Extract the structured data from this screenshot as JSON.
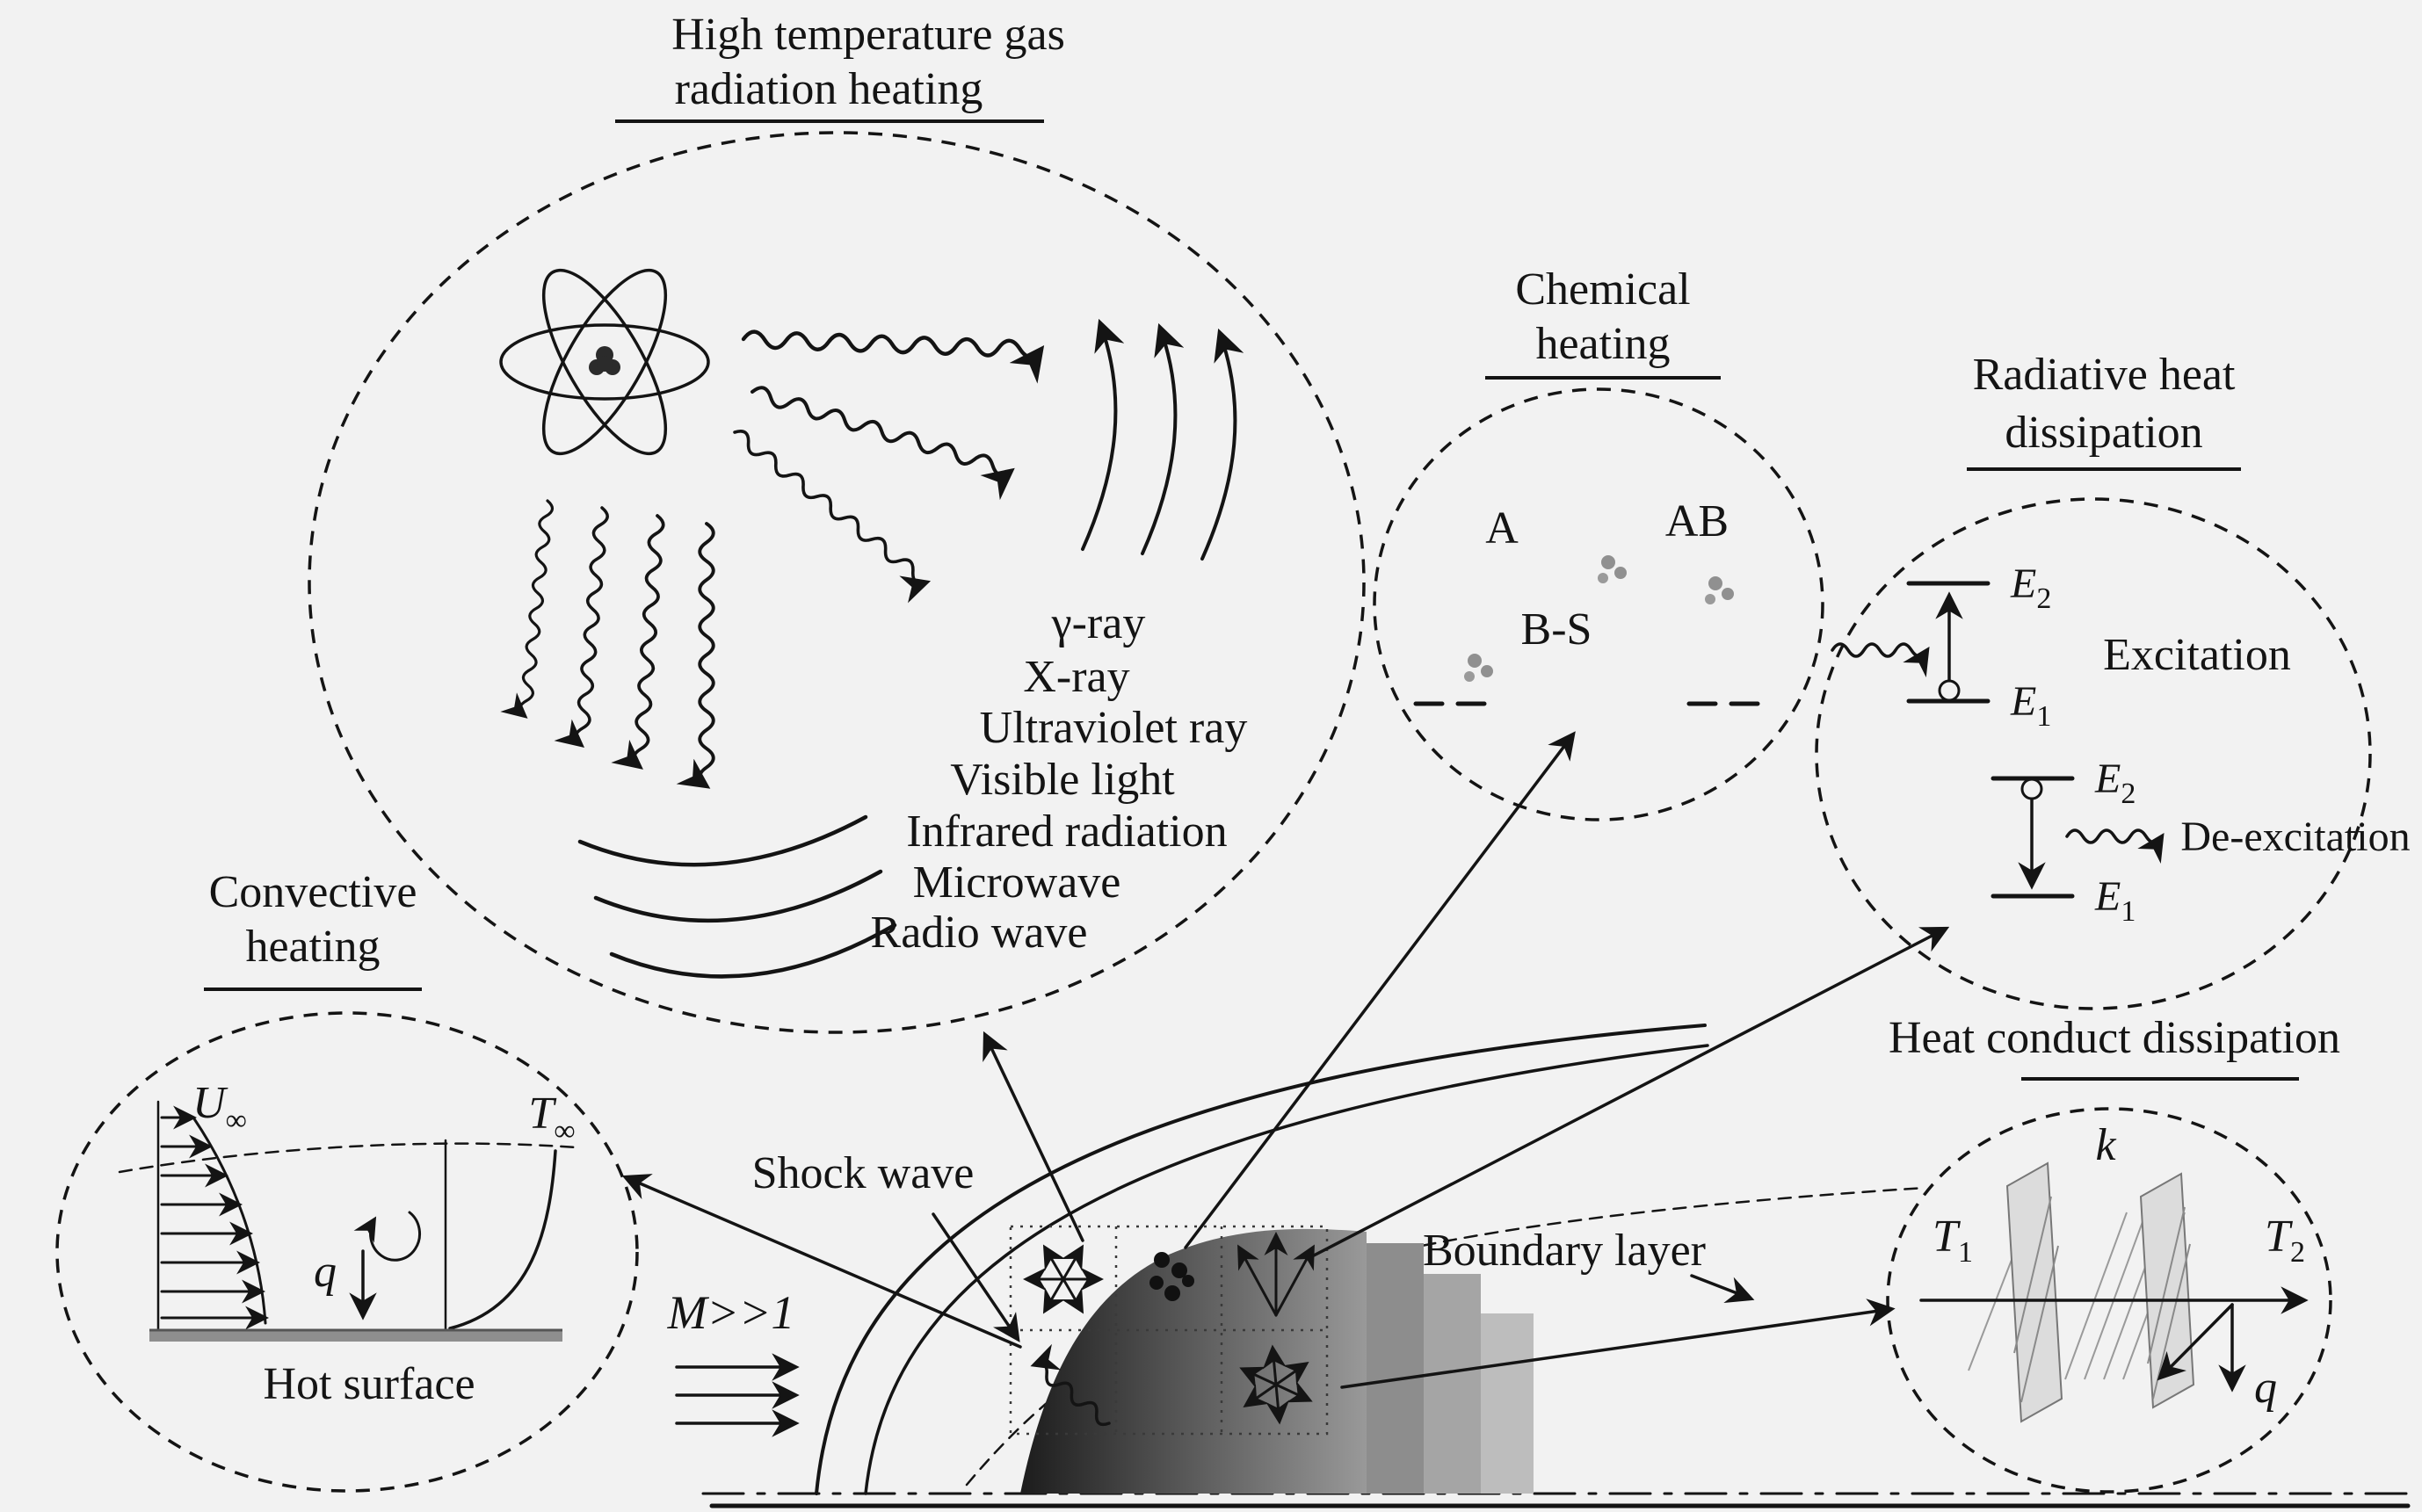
{
  "figure": {
    "background": "#f2f2f2",
    "ink": "#141414",
    "body_dark": "#1c1c1c",
    "body_light": "#999999",
    "slab_fill": "#dcdcdc",
    "surface_fill": "#8e8e8e"
  },
  "radiation": {
    "title_line1": "High temperature gas",
    "title_line2": "radiation heating",
    "rays": [
      "γ-ray",
      "X-ray",
      "Ultraviolet ray",
      "Visible light",
      "Infrared radiation",
      "Microwave",
      "Radio wave"
    ]
  },
  "chemical": {
    "title_line1": "Chemical",
    "title_line2": "heating",
    "species_a": "A",
    "species_ab": "AB",
    "species_bs": "B-S"
  },
  "radiative": {
    "title_line1": "Radiative heat",
    "title_line2": "dissipation",
    "e2": {
      "base": "E",
      "sub": "2"
    },
    "e1": {
      "base": "E",
      "sub": "1"
    },
    "excitation": "Excitation",
    "deexcitation": "De-excitation"
  },
  "convective": {
    "title_line1": "Convective",
    "title_line2": "heating",
    "u_inf": {
      "base": "U",
      "sub": "∞"
    },
    "t_inf": {
      "base": "T",
      "sub": "∞"
    },
    "q": "q",
    "hot_surface": "Hot surface"
  },
  "conduction": {
    "title": "Heat conduct dissipation",
    "k": "k",
    "t1": {
      "base": "T",
      "sub": "1"
    },
    "t2": {
      "base": "T",
      "sub": "2"
    },
    "q": "q"
  },
  "flow": {
    "shock_wave": "Shock wave",
    "boundary_layer": "Boundary layer",
    "mach": "M>>1"
  }
}
